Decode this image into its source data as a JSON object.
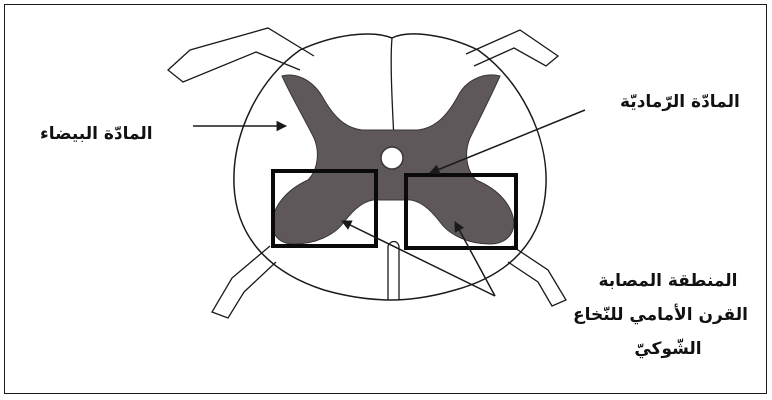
{
  "labels": {
    "white_matter": "المادّة البيضاء",
    "grey_matter": "المادّة الرّماديّة",
    "affected_area_line1": "المنطقة المصابة",
    "affected_area_line2": "القرن الأمامي للنّخاع",
    "affected_area_line3": "الشّوكيّ"
  },
  "colors": {
    "grey_matter": "#5e585a",
    "outline": "#1a1a1a",
    "background": "#ffffff"
  }
}
